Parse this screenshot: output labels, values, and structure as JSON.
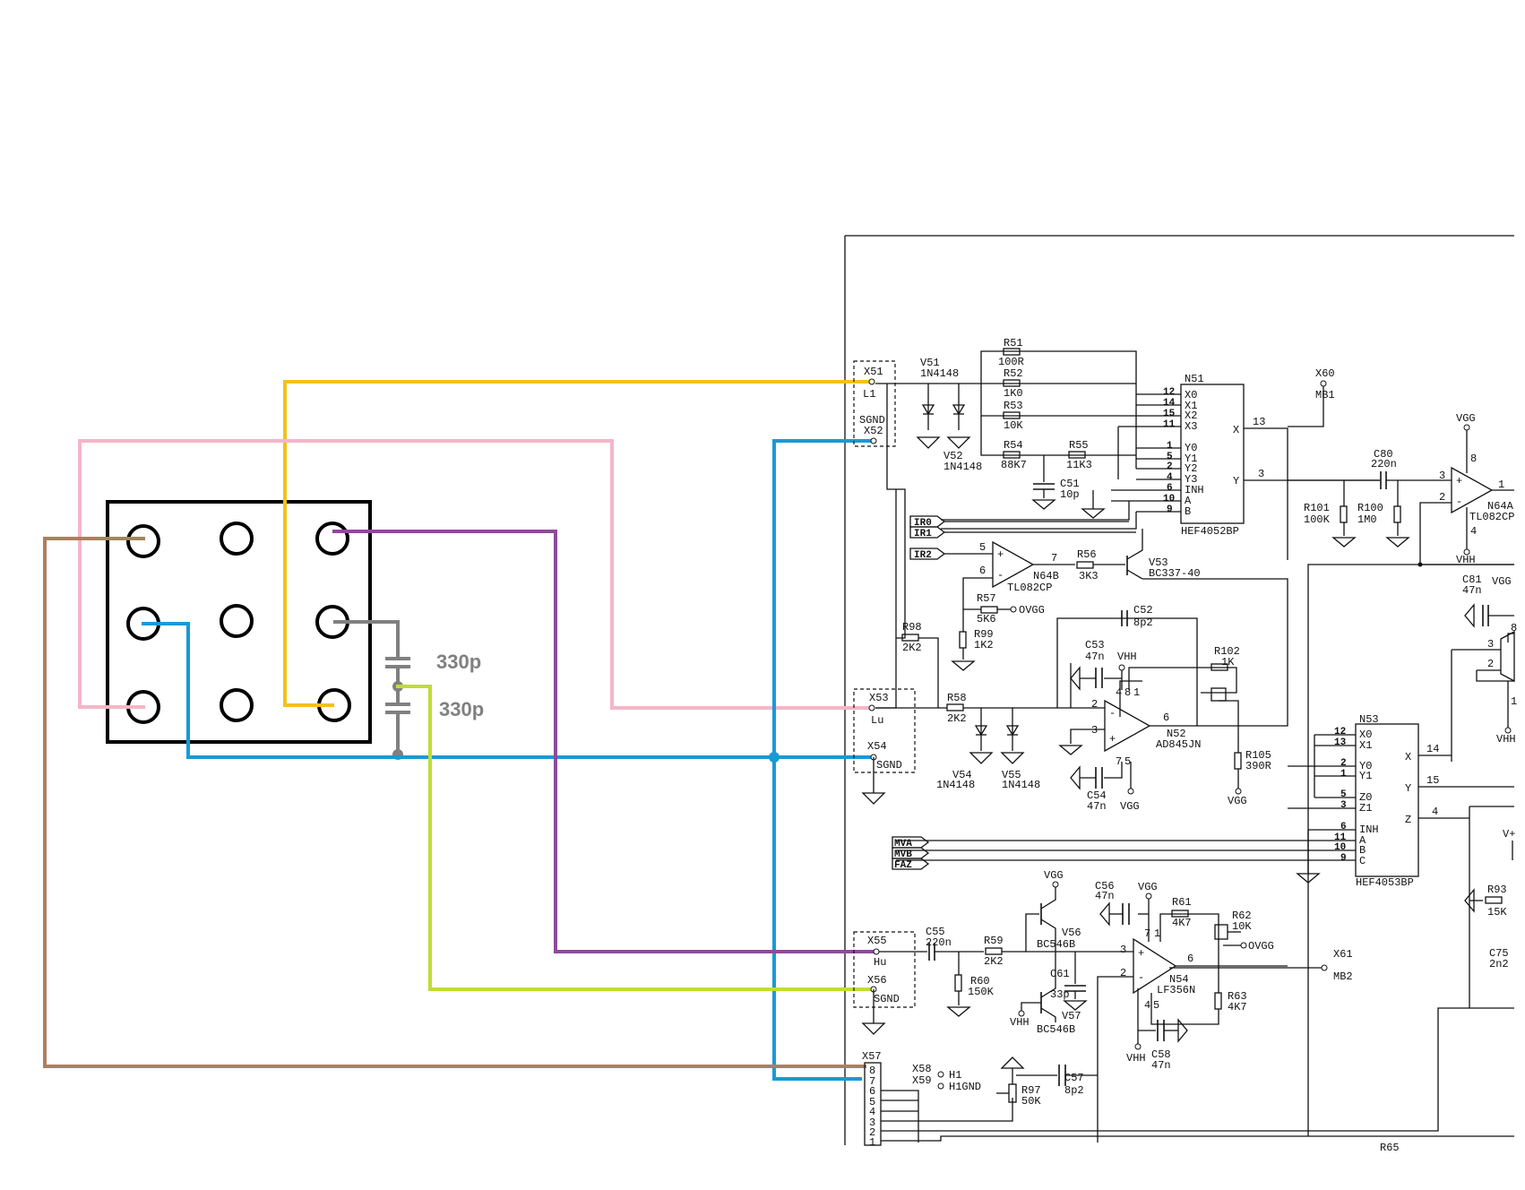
{
  "colors": {
    "yellow": "#F1C21B",
    "pink": "#F4B6C8",
    "blue": "#189AD6",
    "purple": "#8E4A9B",
    "lime": "#C1DC35",
    "brown": "#B07D5E",
    "gray": "#808080"
  },
  "capacitors": {
    "c1": "330p",
    "c2": "330p"
  },
  "connectors": {
    "x51": "X51",
    "l1": "L1",
    "sgnd1": "SGND",
    "x52": "X52",
    "x53": "X53",
    "lu": "Lu",
    "x54": "X54",
    "sgnd2": "SGND",
    "x55": "X55",
    "hu": "Hu",
    "x56": "X56",
    "sgnd3": "SGND",
    "x57": "X57",
    "x58": "X58",
    "h1": "H1",
    "x59": "X59",
    "h1gnd": "H1GND",
    "x60": "X60",
    "mb1": "MB1",
    "x61": "X61",
    "mb2": "MB2",
    "x57_pins": [
      "8",
      "7",
      "6",
      "5",
      "4",
      "3",
      "2",
      "1"
    ]
  },
  "components": {
    "v51": "V51",
    "v51v": "1N4148",
    "v52": "V52",
    "v52v": "1N4148",
    "r51": "R51",
    "r51v": "100R",
    "r52": "R52",
    "r52v": "1K0",
    "r53": "R53",
    "r53v": "10K",
    "r54": "R54",
    "r54v": "88K7",
    "r55": "R55",
    "r55v": "11K3",
    "c51": "C51",
    "c51v": "10p",
    "n51": "N51",
    "n51v": "HEF4052BP",
    "n51_left_pins": [
      "12",
      "14",
      "15",
      "11",
      "1",
      "5",
      "2",
      "4",
      "6",
      "10",
      "9"
    ],
    "n51_left_names": [
      "X0",
      "X1",
      "X2",
      "X3",
      "Y0",
      "Y1",
      "Y2",
      "Y3",
      "INH",
      "A",
      "B"
    ],
    "n51_x": "X",
    "n51_y": "Y",
    "n51_p13": "13",
    "n51_p3": "3",
    "ir0": "IR0",
    "ir1": "IR1",
    "ir2": "IR2",
    "n64b": "N64B",
    "n64bv": "TL082CP",
    "n64b_p5": "5",
    "n64b_p6": "6",
    "n64b_p7": "7",
    "r56": "R56",
    "r56v": "3K3",
    "v53": "V53",
    "v53v": "BC337-40",
    "r57": "R57",
    "r57v": "5K6",
    "ovgg": "OVGG",
    "r99": "R99",
    "r99v": "1K2",
    "r98": "R98",
    "r98v": "2K2",
    "c52": "C52",
    "c52v": "8p2",
    "c53": "C53",
    "c53v": "47n",
    "vhh": "VHH",
    "r102": "R102",
    "r102v": "1K",
    "r58": "R58",
    "r58v": "2K2",
    "n52": "N52",
    "n52v": "AD845JN",
    "n52_p2": "2",
    "n52_p3": "3",
    "n52_p4": "4",
    "n52_p8": "8",
    "n52_p1": "1",
    "n52_p6": "6",
    "n52_p7": "7",
    "n52_p5": "5",
    "v54": "V54",
    "v54v": "1N4148",
    "v55": "V55",
    "v55v": "1N4148",
    "c54": "C54",
    "c54v": "47n",
    "vgg": "VGG",
    "r105": "R105",
    "r105v": "390R",
    "r101": "R101",
    "r101v": "100K",
    "r100": "R100",
    "r100v": "1M0",
    "c80": "C80",
    "c80v": "220n",
    "n64a": "N64A",
    "n64av": "TL082CP",
    "n64a_p3": "3",
    "n64a_p2": "2",
    "n64a_p1": "1",
    "n64a_p8": "8",
    "n64a_p4": "4",
    "c81": "C81",
    "c81v": "47n",
    "n53": "N53",
    "n53v": "HEF4053BP",
    "n53_left_pins": [
      "12",
      "13",
      "2",
      "1",
      "5",
      "3",
      "6",
      "11",
      "10",
      "9"
    ],
    "n53_left_names": [
      "X0",
      "X1",
      "Y0",
      "Y1",
      "Z0",
      "Z1",
      "INH",
      "A",
      "B",
      "C"
    ],
    "n53_x": "X",
    "n53_y": "Y",
    "n53_z": "Z",
    "n53_p14": "14",
    "n53_p15": "15",
    "n53_p4": "4",
    "mva": "MVA",
    "mvb": "MVB",
    "faz": "FAZ",
    "v56": "V56",
    "v56v": "BC546B",
    "c56": "C56",
    "c56v": "47n",
    "r61": "R61",
    "r61v": "4K7",
    "r62": "R62",
    "r62v": "10K",
    "c55": "C55",
    "c55v": "220n",
    "r59": "R59",
    "r59v": "2K2",
    "r60": "R60",
    "r60v": "150K",
    "c61": "C61",
    "c61v": "33p",
    "v57": "V57",
    "v57v": "BC546B",
    "n54": "N54",
    "n54v": "LF356N",
    "n54_p3": "3",
    "n54_p2": "2",
    "n54_p7": "7",
    "n54_p1": "1",
    "n54_p6": "6",
    "n54_p4": "4",
    "n54_p5": "5",
    "r63": "R63",
    "r63v": "4K7",
    "c58": "C58",
    "c58v": "47n",
    "r97": "R97",
    "r97v": "50K",
    "c57": "C57",
    "c57v": "8p2",
    "r93": "R93",
    "r93v": "15K",
    "c75": "C75",
    "c75v": "2n2",
    "vplus": "V+",
    "r65": "R65",
    "p3": "3",
    "p2": "2",
    "p8": "8",
    "p1": "1"
  }
}
